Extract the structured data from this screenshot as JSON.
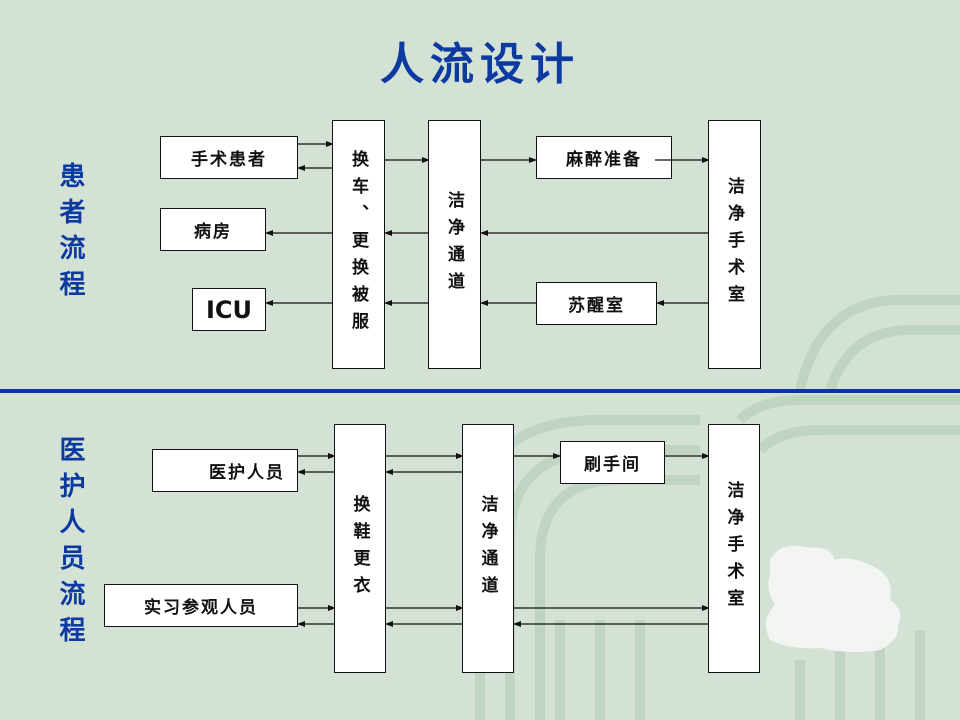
{
  "title": "人流设计",
  "colors": {
    "background": "#d3e2d5",
    "accent": "#0d3aa0",
    "divider": "#0a35a0"
  },
  "sections": {
    "patient": {
      "label": "患者流程",
      "boxes": {
        "surgery_patient": "手术患者",
        "ward": "病房",
        "icu": "ICU",
        "change_cart": "换车、更换被服",
        "clean_corridor": "洁净通道",
        "anesthesia_prep": "麻醉准备",
        "recovery_room": "苏醒室",
        "clean_or": "洁净手术室"
      }
    },
    "staff": {
      "label": "医护人员流程",
      "boxes": {
        "medical_staff": "医护人员",
        "interns_visitors": "实习参观人员",
        "change_shoes_clothes": "换鞋更衣",
        "clean_corridor": "洁净通道",
        "scrub_room": "刷手间",
        "clean_or": "洁净手术室"
      }
    }
  }
}
